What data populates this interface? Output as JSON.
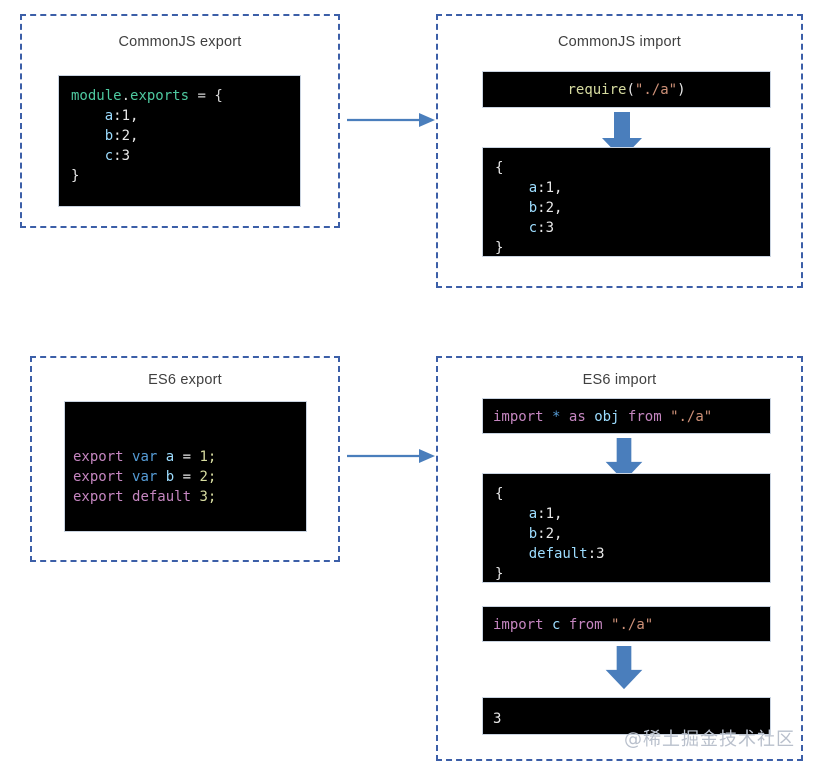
{
  "theme": {
    "panel_border_color": "#3c5fa8",
    "arrow_color": "#4a7ebc",
    "code_bg": "#000000",
    "title_color": "#404040",
    "watermark_color": "#b9c0cc"
  },
  "panels": {
    "commonjs_export": {
      "title": "CommonJS export",
      "code_lines": [
        "module.exports = {",
        "    a:1,",
        "    b:2,",
        "    c:3",
        "}"
      ],
      "tokens": {
        "module": "module",
        "dot": ".",
        "exports": "exports",
        "assign": " = {",
        "key_a": "a",
        "val_a": ":1,",
        "key_b": "b",
        "val_b": ":2,",
        "key_c": "c",
        "val_c": ":3",
        "close": "}"
      }
    },
    "commonjs_import": {
      "title": "CommonJS import",
      "require_call": "require(\"./a\")",
      "require_fn": "require",
      "require_open": "(",
      "require_path": "\"./a\"",
      "require_close": ")",
      "result_lines": [
        "{",
        "    a:1,",
        "    b:2,",
        "    c:3",
        "}"
      ],
      "result_tokens": {
        "open": "{",
        "key_a": "a",
        "val_a": ":1,",
        "key_b": "b",
        "val_b": ":2,",
        "key_c": "c",
        "val_c": ":3",
        "close": "}"
      }
    },
    "es6_export": {
      "title": "ES6 export",
      "code_lines": [
        "export var a = 1;",
        "export var b = 2;",
        "export default 3;"
      ],
      "tokens": {
        "export": "export",
        "var": "var",
        "name_a": "a",
        "eq_a": " = ",
        "num_a": "1;",
        "name_b": "b",
        "eq_b": " = ",
        "num_b": "2;",
        "default": "default",
        "num_d": "3;"
      }
    },
    "es6_import": {
      "title": "ES6 import",
      "import_star_line": "import * as obj from \"./a\"",
      "import_star_tokens": {
        "import": "import",
        "star": "*",
        "as": "as",
        "obj": "obj",
        "from": "from",
        "path": "\"./a\""
      },
      "result_lines": [
        "{",
        "    a:1,",
        "    b:2,",
        "    default:3",
        "}"
      ],
      "result_tokens": {
        "open": "{",
        "key_a": "a",
        "val_a": ":1,",
        "key_b": "b",
        "val_b": ":2,",
        "key_default": "default",
        "val_default": ":3",
        "close": "}"
      },
      "import_default_line": "import c from \"./a\"",
      "import_default_tokens": {
        "import": "import",
        "name": "c",
        "from": "from",
        "path": "\"./a\""
      },
      "default_result": "3"
    }
  },
  "watermark": {
    "text": "@稀土掘金技术社区"
  }
}
